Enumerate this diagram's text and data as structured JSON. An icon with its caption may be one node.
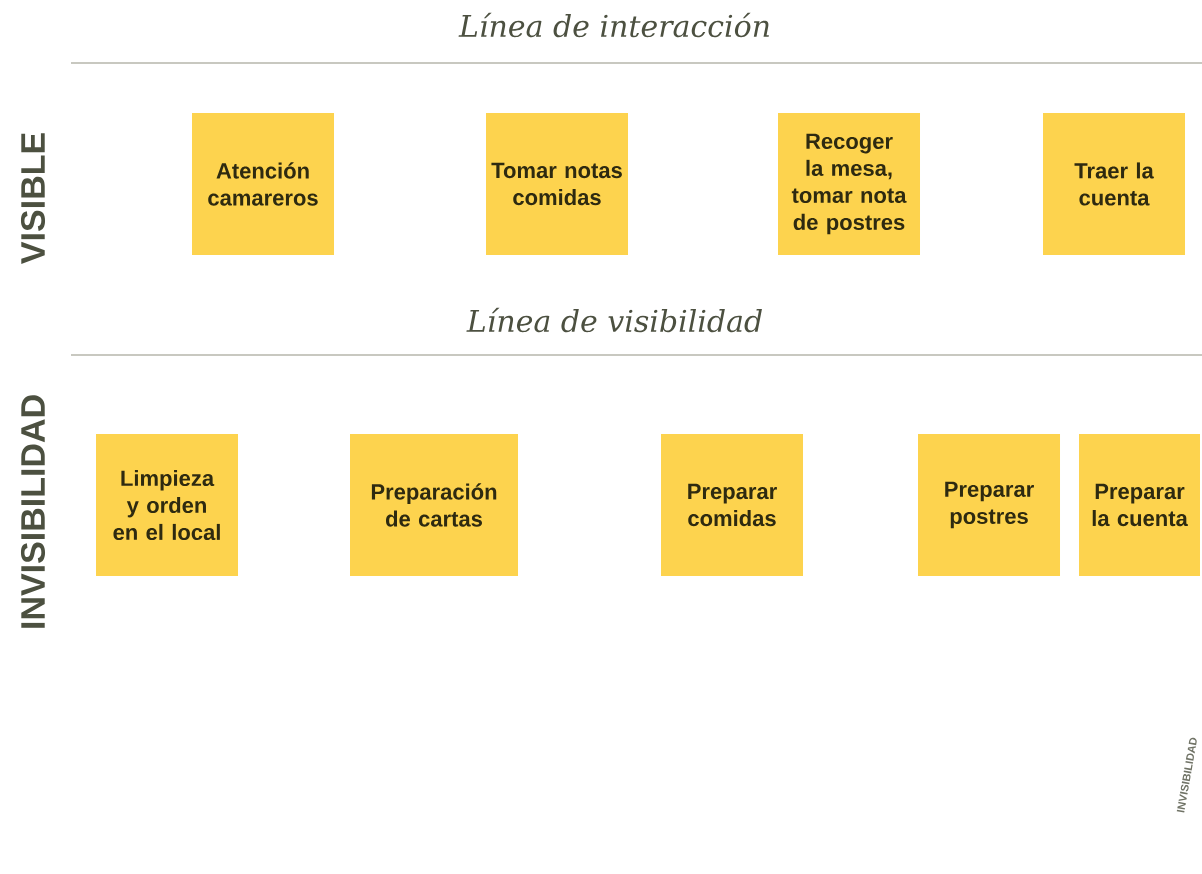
{
  "diagram": {
    "nodes": [
      {
        "text": [
          "Atención camareros"
        ]
      },
      {
        "text": [
          "Tomar notas comidas"
        ]
      },
      {
        "text": [
          "Recoger la mesa, tomar nota de postres"
        ]
      },
      {
        "text": [
          "Traer la cuenta"
        ]
      },
      {
        "text": [
          "Limpieza y orden en el local"
        ]
      },
      {
        "text": [
          "Preparación de cartas"
        ]
      },
      {
        "text": [
          "Preparar comidas"
        ]
      },
      {
        "text": [
          "Preparar postres"
        ]
      },
      {
        "text": [
          "Preparar la cuenta"
        ]
      }
    ],
    "labels": [
      "Línea de interacción",
      "VISIBLE",
      "Línea de visibilidad",
      "INVISIBILIDAD",
      "INVISIBILIDAD"
    ]
  }
}
